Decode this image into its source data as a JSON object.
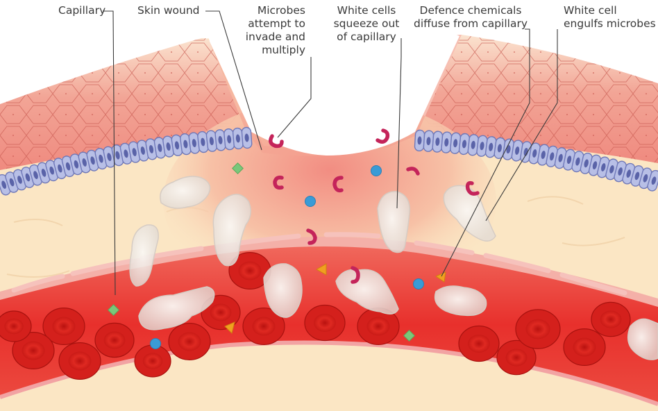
{
  "labels": {
    "capillary": "Capillary",
    "skin_wound": "Skin wound",
    "microbes": "Microbes\nattempt to\ninvade and\nmultiply",
    "white_cells_squeeze": "White cells\nsqueeze out\nof capillary",
    "defence_chemicals": "Defence chemicals\ndiffuse from capillary",
    "white_cell_engulfs": "White cell\nengulfs microbes"
  },
  "colors": {
    "skin_pink": "#f08a80",
    "skin_cell_line": "#c95a52",
    "epithelium": "#b8bfe6",
    "dermis": "#fbe6c4",
    "inflamed_tissue": "#f6b19a",
    "capillary_wall": "#f2a3a3",
    "blood": "#e8302c",
    "red_cell": "#d4201c",
    "white_cell": "#f1ece6",
    "microbe": "#c4245a",
    "chemical_blue": "#3a9bd6",
    "chemical_green": "#7ac77a",
    "chemical_orange": "#f0a020",
    "leader_line": "#3a3a3a"
  }
}
